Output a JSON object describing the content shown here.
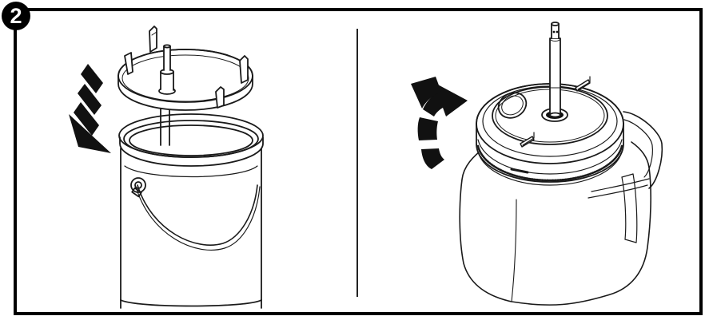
{
  "step": {
    "number": "2"
  },
  "panels": [
    {
      "id": "left",
      "figure": "paint-can-lid-pour-spout",
      "arrow": "down-arrow-icon"
    },
    {
      "id": "right",
      "figure": "square-jug-threaded-lid",
      "arrow": "rotate-arrow-icon"
    }
  ],
  "colors": {
    "line": "#1a1a1a",
    "frame": "#000000",
    "background": "#ffffff"
  }
}
